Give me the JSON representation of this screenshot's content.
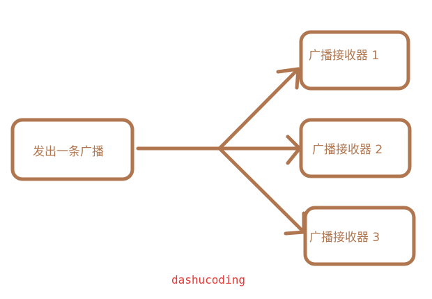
{
  "diagram": {
    "sender": {
      "label": "发出一条广播"
    },
    "receivers": [
      {
        "label": "广播接收器 1"
      },
      {
        "label": "广播接收器 2"
      },
      {
        "label": "广播接收器 3"
      }
    ]
  },
  "watermark": {
    "text": "dashucoding"
  },
  "colors": {
    "stroke": "#b0764f",
    "text": "#b0764f",
    "watermark": "#e53935"
  }
}
